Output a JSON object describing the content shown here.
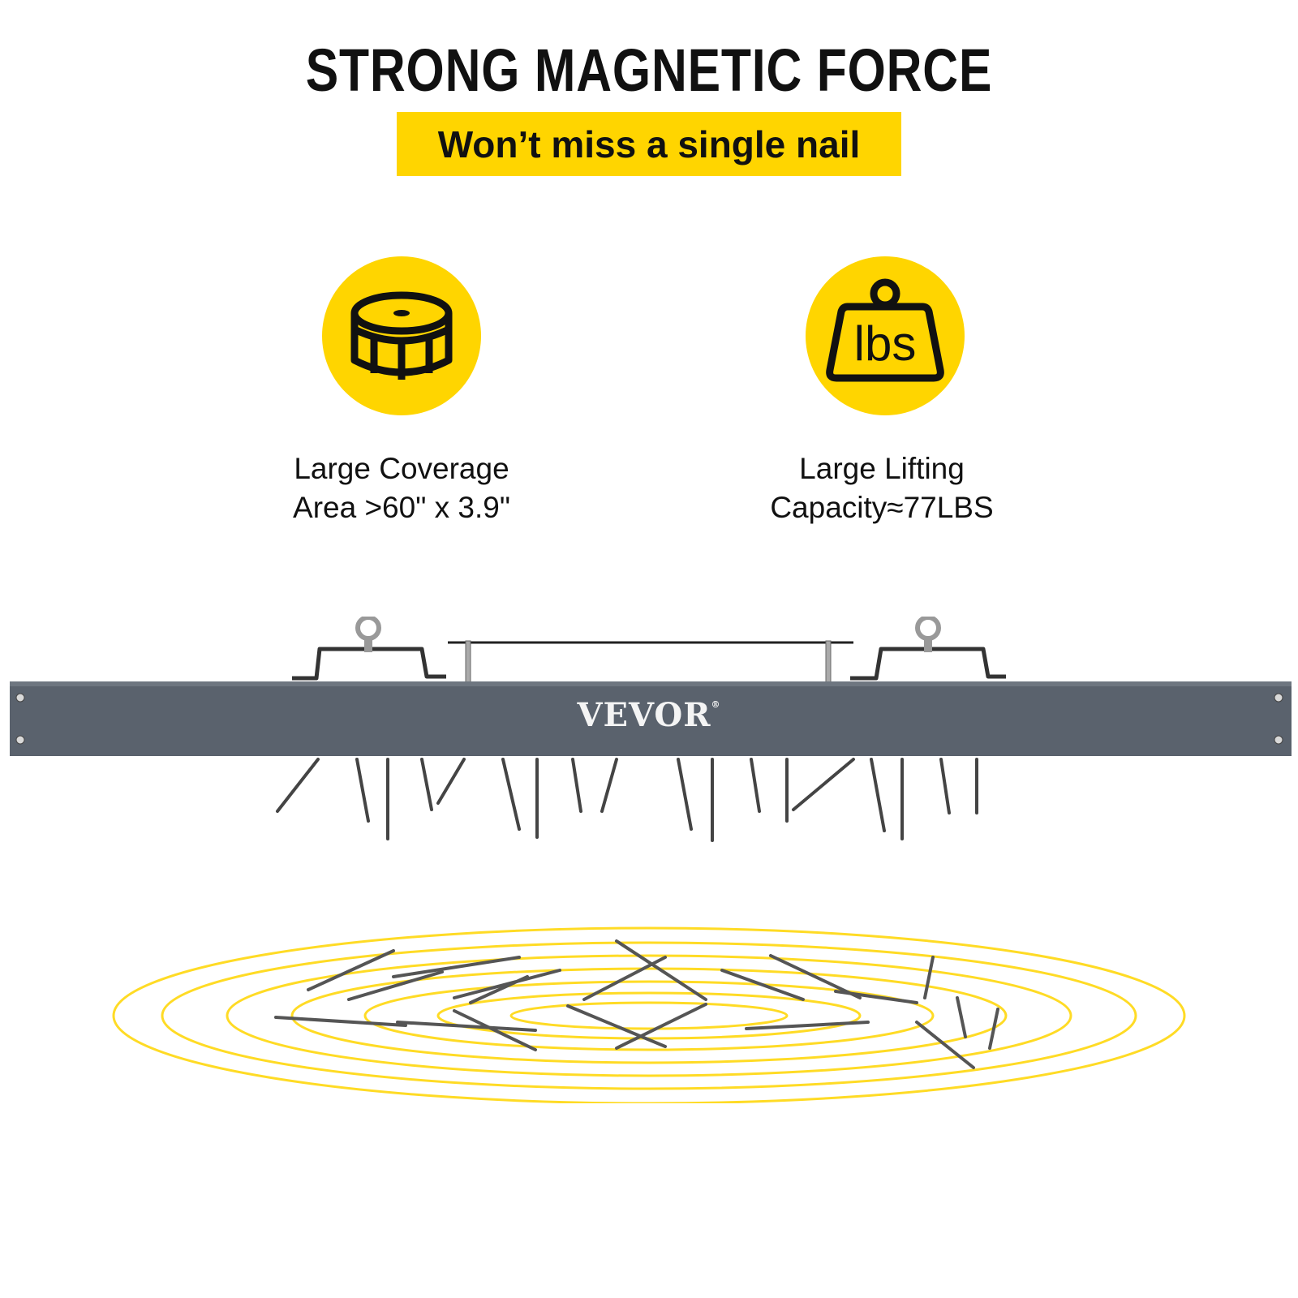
{
  "header": {
    "title": "STRONG MAGNETIC FORCE",
    "subtitle": "Won’t miss a single nail"
  },
  "features": [
    {
      "icon": "nail-coil-icon",
      "line1": "Large Coverage",
      "line2": "Area >60\" x 3.9\""
    },
    {
      "icon": "weight-lbs-icon",
      "icon_text": "lbs",
      "line1": "Large Lifting",
      "line2": "Capacity≈77LBS"
    }
  ],
  "product": {
    "brand": "VEVOR",
    "brand_mark": "®"
  },
  "colors": {
    "accent_yellow": "#FFD500",
    "bar_gray": "#5A626D",
    "text_dark": "#111111"
  }
}
